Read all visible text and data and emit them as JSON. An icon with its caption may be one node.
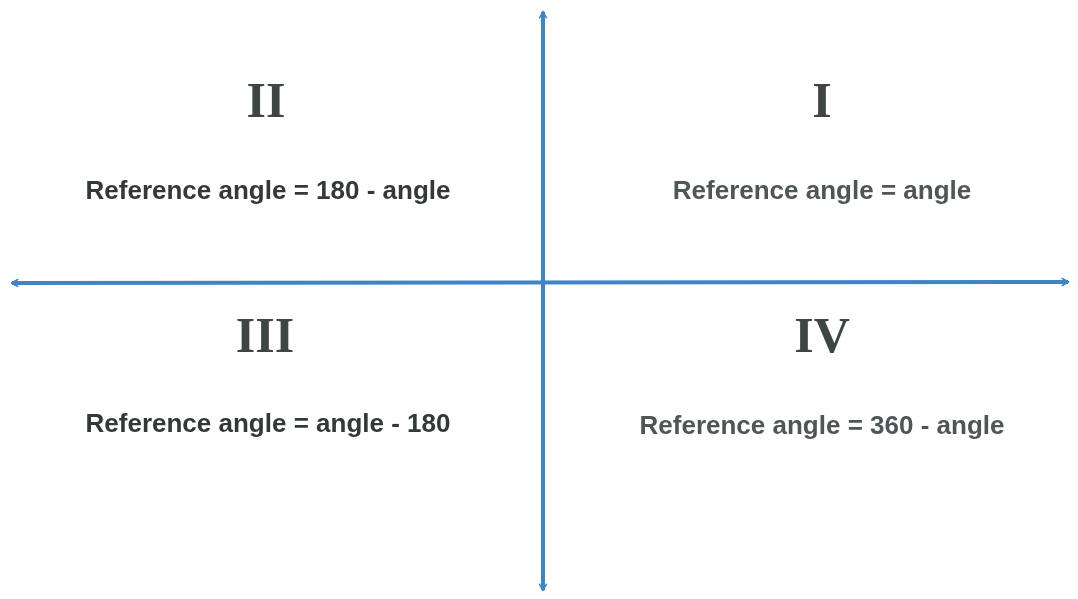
{
  "diagram": {
    "labels": [
      "II",
      "Reference angle = 180 - angle",
      "I",
      "Reference angle = angle",
      "III",
      "Reference angle = angle - 180",
      "IV",
      "Reference angle = 360 - angle"
    ]
  }
}
